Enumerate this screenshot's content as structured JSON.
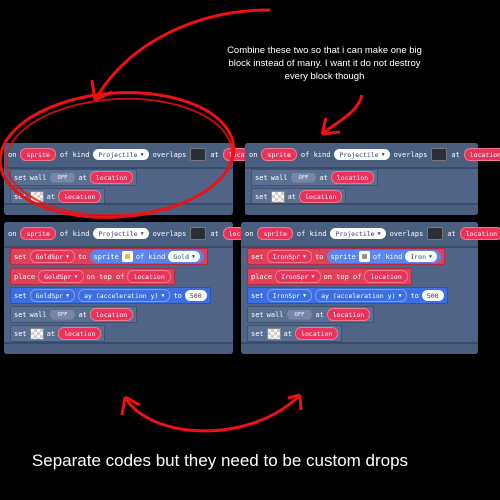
{
  "annotation_top": "Combine these two so that i can make one big block instead of many. I want it do not destroy every block though",
  "annotation_bottom": "Separate codes but they need to be custom drops",
  "blocks": {
    "on": "on",
    "sprite": "sprite",
    "of_kind": "of kind",
    "projectile": "Projectile",
    "overlaps": "overlaps",
    "at": "at",
    "location": "location",
    "set": "set",
    "wall": "wall",
    "off": "OFF",
    "to": "to",
    "place": "place",
    "on_top_of": "on top of",
    "ay_accel": "ay (acceleration y)",
    "value_500": "500"
  },
  "gold_block": {
    "var": "GoldSpr",
    "kind": "Gold"
  },
  "iron_block": {
    "var": "IronSpr",
    "kind": "Iron"
  }
}
